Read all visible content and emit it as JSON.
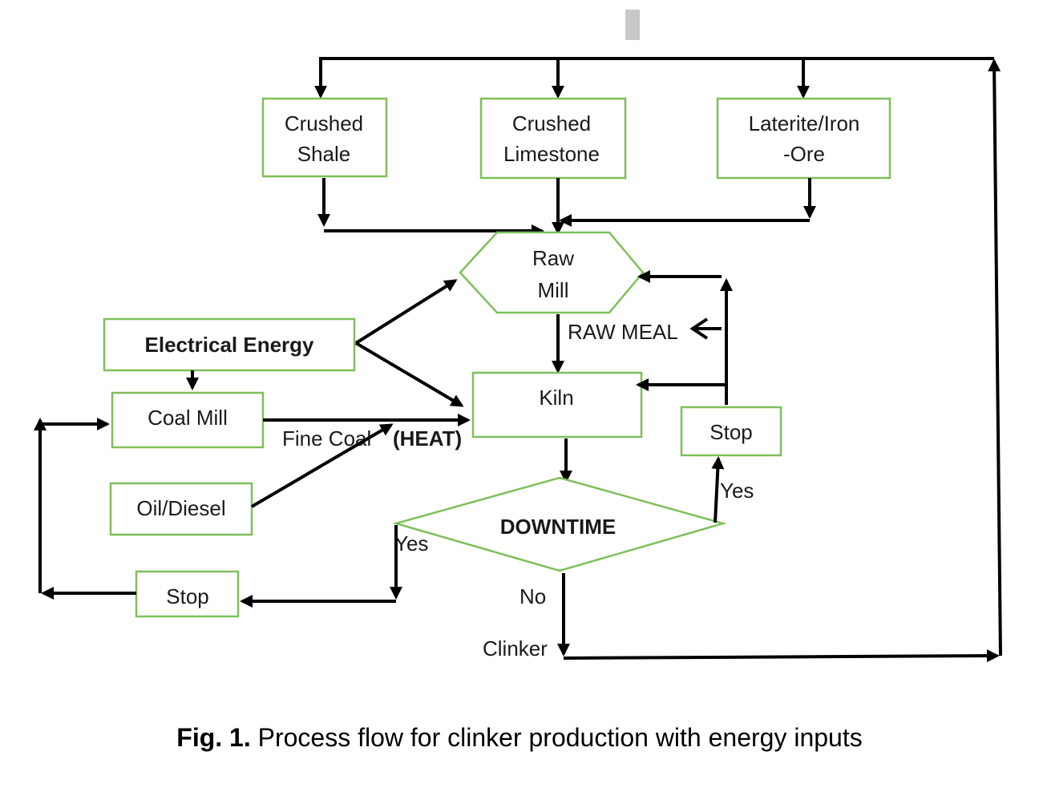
{
  "nodes": {
    "crushed_shale": [
      "Crushed",
      "Shale"
    ],
    "crushed_limestone": [
      "Crushed",
      "Limestone"
    ],
    "laterite": [
      "Laterite/Iron",
      "-Ore"
    ],
    "raw_mill": [
      "Raw",
      "Mill"
    ],
    "electrical_energy": "Electrical Energy",
    "coal_mill": "Coal Mill",
    "oil_diesel": "Oil/Diesel",
    "kiln": "Kiln",
    "stop_right": "Stop",
    "downtime": "DOWNTIME",
    "stop_left": "Stop"
  },
  "edge_labels": {
    "raw_meal": "RAW MEAL",
    "fine_coal": "Fine Coal",
    "heat": "(HEAT)",
    "yes_right": "Yes",
    "yes_left": "Yes",
    "no": "No",
    "clinker": "Clinker"
  },
  "caption": {
    "prefix": "Fig. 1.",
    "text": " Process flow for clinker production with energy inputs"
  }
}
